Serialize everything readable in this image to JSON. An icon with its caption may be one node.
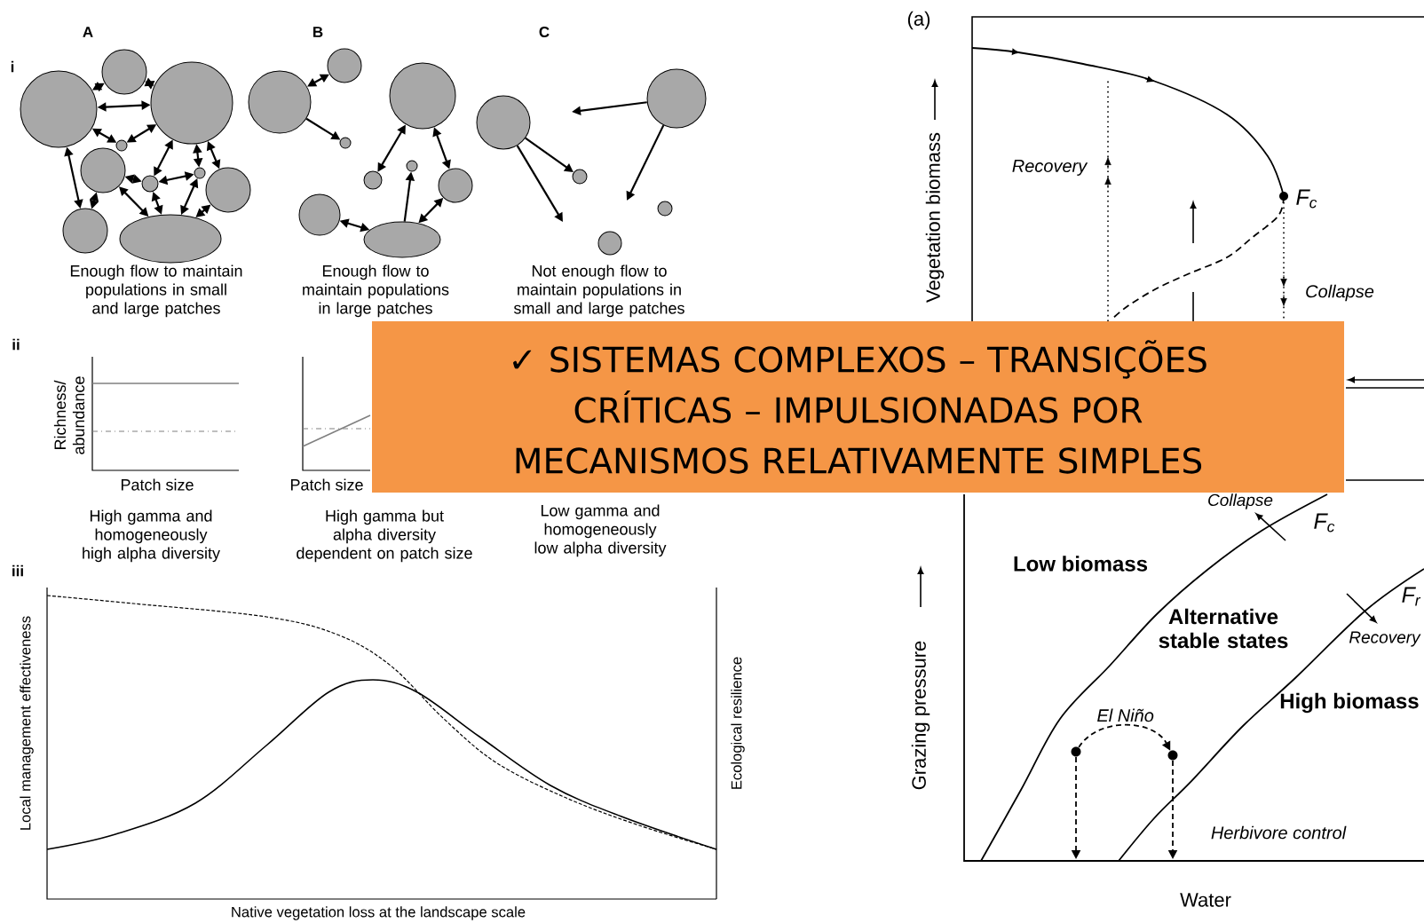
{
  "diagram": {
    "title": "✓ SISTEMAS COMPLEXOS – TRANSIÇÕES CRÍTICAS – IMPULSIONADAS POR MECANISMOS RELATIVAMENTE SIMPLES",
    "nodes": [
      {
        "text": [],
        "shape": "circle"
      },
      {
        "text": [],
        "shape": "circle"
      },
      {
        "text": [],
        "shape": "circle"
      },
      {
        "text": [],
        "shape": "circle"
      },
      {
        "text": [],
        "shape": "circle"
      },
      {
        "text": [],
        "shape": "circle"
      },
      {
        "text": [],
        "shape": "circle"
      },
      {
        "text": [],
        "shape": "circle"
      },
      {
        "text": [],
        "shape": "circle"
      },
      {
        "text": [],
        "shape": "ellipse"
      },
      {
        "text": [],
        "shape": "circle"
      },
      {
        "text": [],
        "shape": "circle"
      },
      {
        "text": [],
        "shape": "circle"
      },
      {
        "text": [],
        "shape": "circle"
      },
      {
        "text": [],
        "shape": "circle"
      },
      {
        "text": [],
        "shape": "circle"
      },
      {
        "text": [],
        "shape": "circle"
      },
      {
        "text": [],
        "shape": "circle"
      },
      {
        "text": [],
        "shape": "ellipse"
      },
      {
        "text": [],
        "shape": "circle"
      },
      {
        "text": [],
        "shape": "circle"
      },
      {
        "text": [],
        "shape": "circle"
      },
      {
        "text": [],
        "shape": "circle"
      },
      {
        "text": [],
        "shape": "circle"
      },
      {
        "text": [],
        "shape": "circle"
      },
      {
        "text": [],
        "shape": "circle"
      }
    ],
    "edges": [
      {
        "from": 0,
        "to": 1,
        "arrow": "both"
      },
      {
        "from": 1,
        "to": 2,
        "arrow": "both"
      },
      {
        "from": 0,
        "to": 2,
        "arrow": "both"
      },
      {
        "from": 0,
        "to": 3,
        "arrow": "both"
      },
      {
        "from": 2,
        "to": 3,
        "arrow": "both"
      },
      {
        "from": 0,
        "to": 8,
        "arrow": "both"
      },
      {
        "from": 2,
        "to": 5,
        "arrow": "both"
      },
      {
        "from": 2,
        "to": 6,
        "arrow": "both"
      },
      {
        "from": 2,
        "to": 7,
        "arrow": "both"
      },
      {
        "from": 4,
        "to": 5,
        "arrow": "both"
      },
      {
        "from": 5,
        "to": 6,
        "arrow": "both"
      },
      {
        "from": 4,
        "to": 8,
        "arrow": "both"
      },
      {
        "from": 4,
        "to": 9,
        "arrow": "both"
      },
      {
        "from": 5,
        "to": 9,
        "arrow": "both"
      },
      {
        "from": 6,
        "to": 9,
        "arrow": "both"
      },
      {
        "from": 7,
        "to": 9,
        "arrow": "both"
      },
      {
        "from": 10,
        "to": 11,
        "arrow": "both"
      },
      {
        "from": 10,
        "to": 12,
        "arrow": "to"
      },
      {
        "from": 13,
        "to": 14,
        "arrow": "both"
      },
      {
        "from": 13,
        "to": 16,
        "arrow": "both"
      },
      {
        "from": 18,
        "to": 15,
        "arrow": "to"
      },
      {
        "from": 16,
        "to": 18,
        "arrow": "both"
      },
      {
        "from": 17,
        "to": 18,
        "arrow": "both"
      },
      {
        "from": 20,
        "to": null,
        "arrow": "to"
      },
      {
        "from": 19,
        "to": 21,
        "arrow": "to"
      },
      {
        "from": 19,
        "to": null,
        "arrow": "to"
      },
      {
        "from": 20,
        "to": null,
        "arrow": "to"
      },
      {
        "from": 24,
        "to": 25,
        "arrow": "to",
        "style": "dashed",
        "label": "El Niño"
      },
      {
        "from": 24,
        "to": null,
        "arrow": "to",
        "style": "dashed"
      },
      {
        "from": 25,
        "to": null,
        "arrow": "to",
        "style": "dashed"
      }
    ],
    "labels": [
      "A",
      "B",
      "C",
      "i",
      "Enough flow to maintain populations in small and large patches",
      "Enough flow to maintain populations in large patches",
      "Not enough flow to maintain populations in small and large patches",
      "ii",
      "Richness/ abundance",
      "Patch size",
      "Patch size",
      "High gamma and homogeneously high alpha diversity",
      "High gamma but alpha diversity dependent on patch size",
      "Low gamma and homogeneously low alpha diversity",
      "iii",
      "Local management effectiveness",
      "Ecological resilience",
      "Native vegetation loss at the landscape scale",
      "(a)",
      "Vegetation biomass",
      "Recovery",
      "F$_{c}$",
      "Collapse",
      "Collapse",
      "F$_{c}$",
      "Low biomass",
      "F$_{r}$",
      "Alternative stable states",
      "Recovery",
      "Grazing pressure",
      "High biomass",
      "Herbivore control",
      "Water"
    ]
  }
}
